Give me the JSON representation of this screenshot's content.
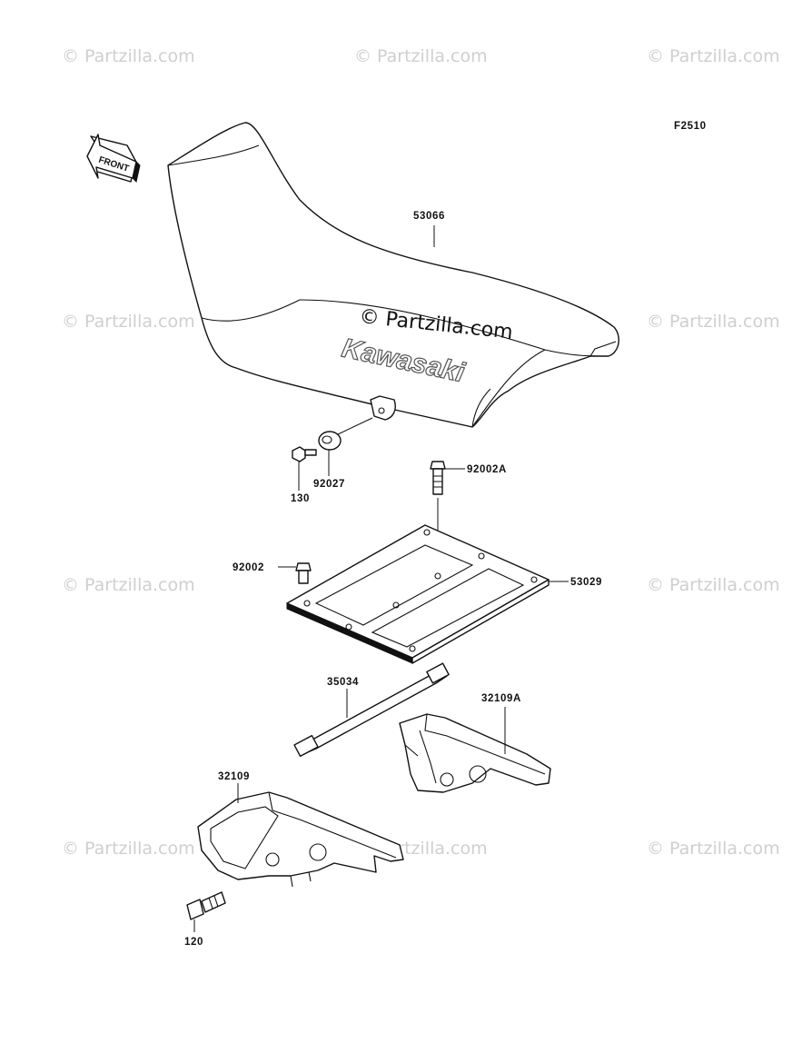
{
  "diagram": {
    "figure_code": "F2510",
    "front_label": "FRONT",
    "brand_logo_text": "Kawasaki",
    "center_watermark": "© Partzilla.com",
    "watermark_text": "© Partzilla.com",
    "parts": [
      {
        "id": "53066",
        "name": "seat"
      },
      {
        "id": "130",
        "name": "bolt-flanged"
      },
      {
        "id": "92027",
        "name": "collar"
      },
      {
        "id": "92002A",
        "name": "bolt-long"
      },
      {
        "id": "92002",
        "name": "bolt"
      },
      {
        "id": "53029",
        "name": "seat-base-plate"
      },
      {
        "id": "35034",
        "name": "strap"
      },
      {
        "id": "32109A",
        "name": "bracket-right"
      },
      {
        "id": "32109",
        "name": "bracket-left"
      },
      {
        "id": "120",
        "name": "bolt-socket"
      }
    ]
  }
}
